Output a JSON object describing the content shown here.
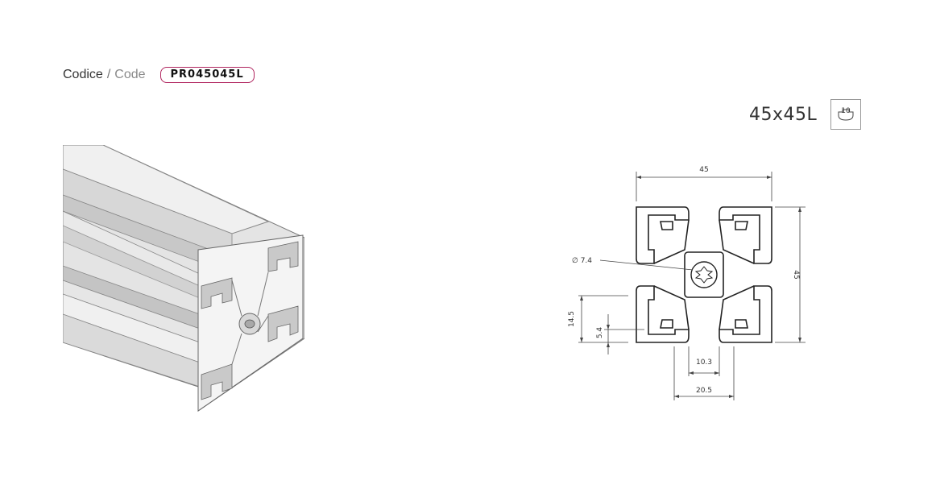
{
  "header": {
    "code_label_it": "Codice",
    "code_separator": "/",
    "code_label_en": "Code",
    "code_value": "PR045045L",
    "badge_color": "#b0245e"
  },
  "profile": {
    "size_label": "45x45L",
    "slot_value": "10",
    "slot_icon": "t-slot-icon"
  },
  "drawing": {
    "width_dim": "45",
    "height_dim": "45",
    "bore_dim": "∅ 7.4",
    "dim_14_5": "14.5",
    "dim_5_4": "5.4",
    "dim_10_3": "10.3",
    "dim_20_5": "20.5"
  }
}
